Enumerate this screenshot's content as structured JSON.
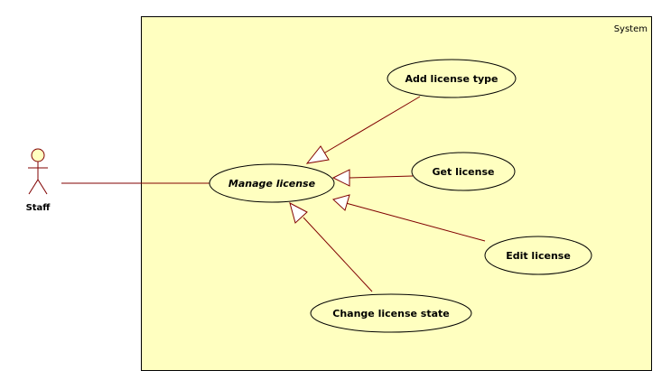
{
  "system": {
    "label": "System"
  },
  "actor": {
    "name": "Staff"
  },
  "use_cases": {
    "manage_license": "Manage license",
    "add_license_type": "Add license type",
    "get_license": "Get license",
    "edit_license": "Edit license",
    "change_license_state": "Change license state"
  },
  "colors": {
    "system_fill": "#ffffc0",
    "use_case_fill": "#ffffc0",
    "line": "#800000",
    "border": "#000000",
    "actor_head_fill": "#ffffc0"
  }
}
